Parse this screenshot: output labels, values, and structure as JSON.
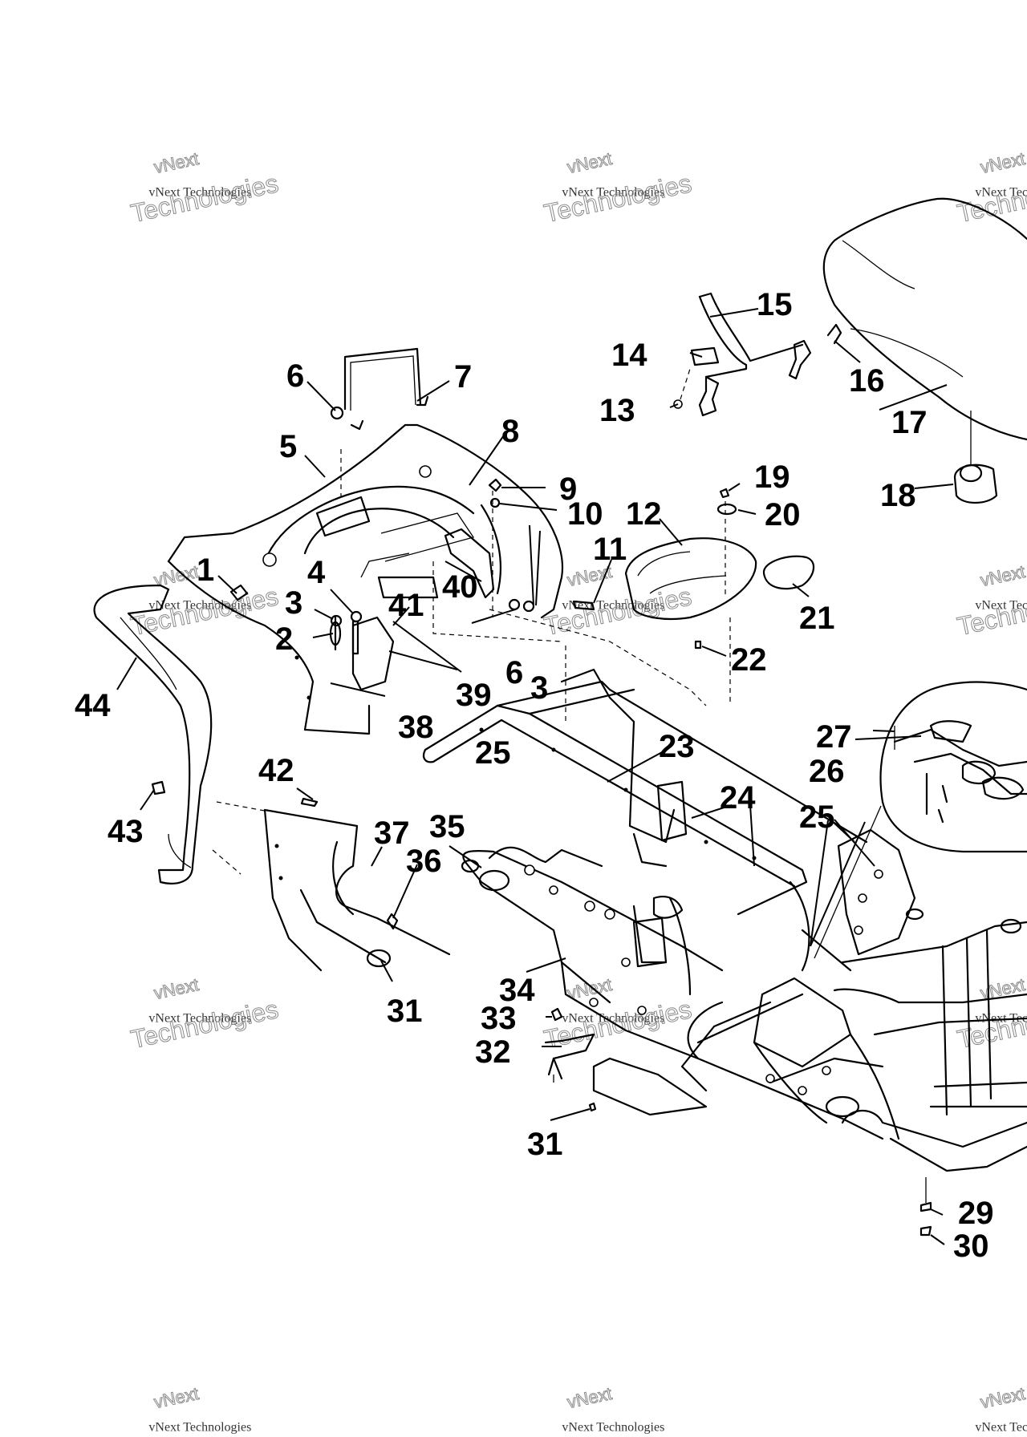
{
  "watermark": {
    "line1": "vNext",
    "line2": "vNext Technologies",
    "line3": "Technologies"
  },
  "callouts": [
    {
      "id": "c1",
      "text": "1"
    },
    {
      "id": "c2",
      "text": "2"
    },
    {
      "id": "c3a",
      "text": "3"
    },
    {
      "id": "c3b",
      "text": "3"
    },
    {
      "id": "c4",
      "text": "4"
    },
    {
      "id": "c5",
      "text": "5"
    },
    {
      "id": "c6a",
      "text": "6"
    },
    {
      "id": "c6b",
      "text": "6"
    },
    {
      "id": "c7",
      "text": "7"
    },
    {
      "id": "c8",
      "text": "8"
    },
    {
      "id": "c9",
      "text": "9"
    },
    {
      "id": "c10",
      "text": "10"
    },
    {
      "id": "c11",
      "text": "11"
    },
    {
      "id": "c12",
      "text": "12"
    },
    {
      "id": "c13",
      "text": "13"
    },
    {
      "id": "c14",
      "text": "14"
    },
    {
      "id": "c15",
      "text": "15"
    },
    {
      "id": "c16",
      "text": "16"
    },
    {
      "id": "c17",
      "text": "17"
    },
    {
      "id": "c18",
      "text": "18"
    },
    {
      "id": "c19",
      "text": "19"
    },
    {
      "id": "c20",
      "text": "20"
    },
    {
      "id": "c21",
      "text": "21"
    },
    {
      "id": "c22",
      "text": "22"
    },
    {
      "id": "c23",
      "text": "23"
    },
    {
      "id": "c24",
      "text": "24"
    },
    {
      "id": "c25a",
      "text": "25"
    },
    {
      "id": "c25b",
      "text": "25"
    },
    {
      "id": "c26",
      "text": "26"
    },
    {
      "id": "c27",
      "text": "27"
    },
    {
      "id": "c29",
      "text": "29"
    },
    {
      "id": "c30",
      "text": "30"
    },
    {
      "id": "c31a",
      "text": "31"
    },
    {
      "id": "c31b",
      "text": "31"
    },
    {
      "id": "c32",
      "text": "32"
    },
    {
      "id": "c33",
      "text": "33"
    },
    {
      "id": "c34",
      "text": "34"
    },
    {
      "id": "c35",
      "text": "35"
    },
    {
      "id": "c36",
      "text": "36"
    },
    {
      "id": "c37",
      "text": "37"
    },
    {
      "id": "c38",
      "text": "38"
    },
    {
      "id": "c39",
      "text": "39"
    },
    {
      "id": "c40",
      "text": "40"
    },
    {
      "id": "c41",
      "text": "41"
    },
    {
      "id": "c42",
      "text": "42"
    },
    {
      "id": "c43",
      "text": "43"
    },
    {
      "id": "c44",
      "text": "44"
    }
  ]
}
